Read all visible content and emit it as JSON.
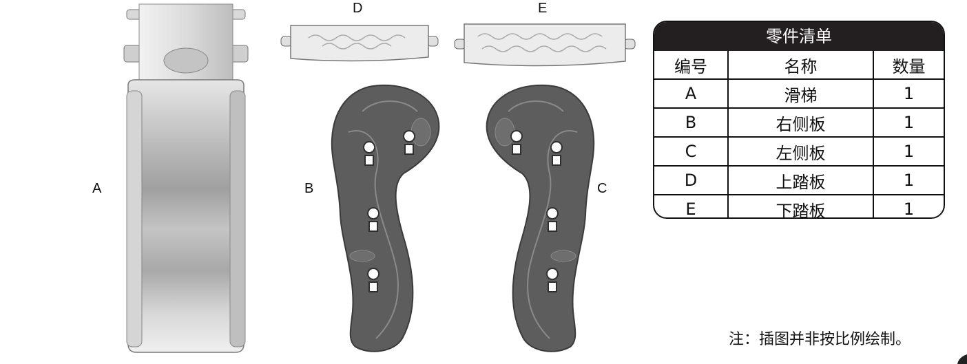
{
  "labels": {
    "a": "A",
    "b": "B",
    "c": "C",
    "d": "D",
    "e": "E"
  },
  "table": {
    "title": "零件清单",
    "headers": [
      "编号",
      "名称",
      "数量"
    ],
    "rows": [
      [
        "A",
        "滑梯",
        "1"
      ],
      [
        "B",
        "右侧板",
        "1"
      ],
      [
        "C",
        "左侧板",
        "1"
      ],
      [
        "D",
        "上踏板",
        "1"
      ],
      [
        "E",
        "下踏板",
        "1"
      ]
    ]
  },
  "note": "注：插图并非按比例绘制。",
  "colors": {
    "side_panel": "#5d5d5d",
    "slide": "#c9c9c9",
    "step": "#e8e8e8",
    "table_header": "#231f20"
  }
}
